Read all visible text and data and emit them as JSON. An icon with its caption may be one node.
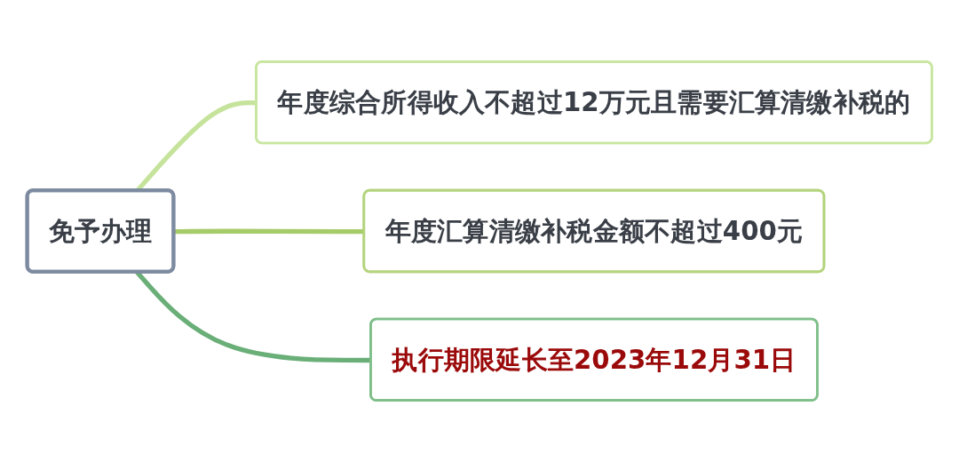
{
  "diagram": {
    "nodes": [
      {
        "text": [
          "免予办理"
        ]
      },
      {
        "text": [
          "年度综合所得收入不超过12万元且需要汇算清缴补税的"
        ]
      },
      {
        "text": [
          "年度汇算清缴补税金额不超过400元"
        ]
      },
      {
        "text": [
          "执行期限延长至2023年12月31日"
        ]
      }
    ],
    "edges": [
      {
        "from": 0,
        "to": 1,
        "arrow": "none",
        "color": "#c5e39b"
      },
      {
        "from": 0,
        "to": 2,
        "arrow": "none",
        "color": "#a6cc6a"
      },
      {
        "from": 0,
        "to": 3,
        "arrow": "none",
        "color": "#6aae78"
      }
    ]
  }
}
